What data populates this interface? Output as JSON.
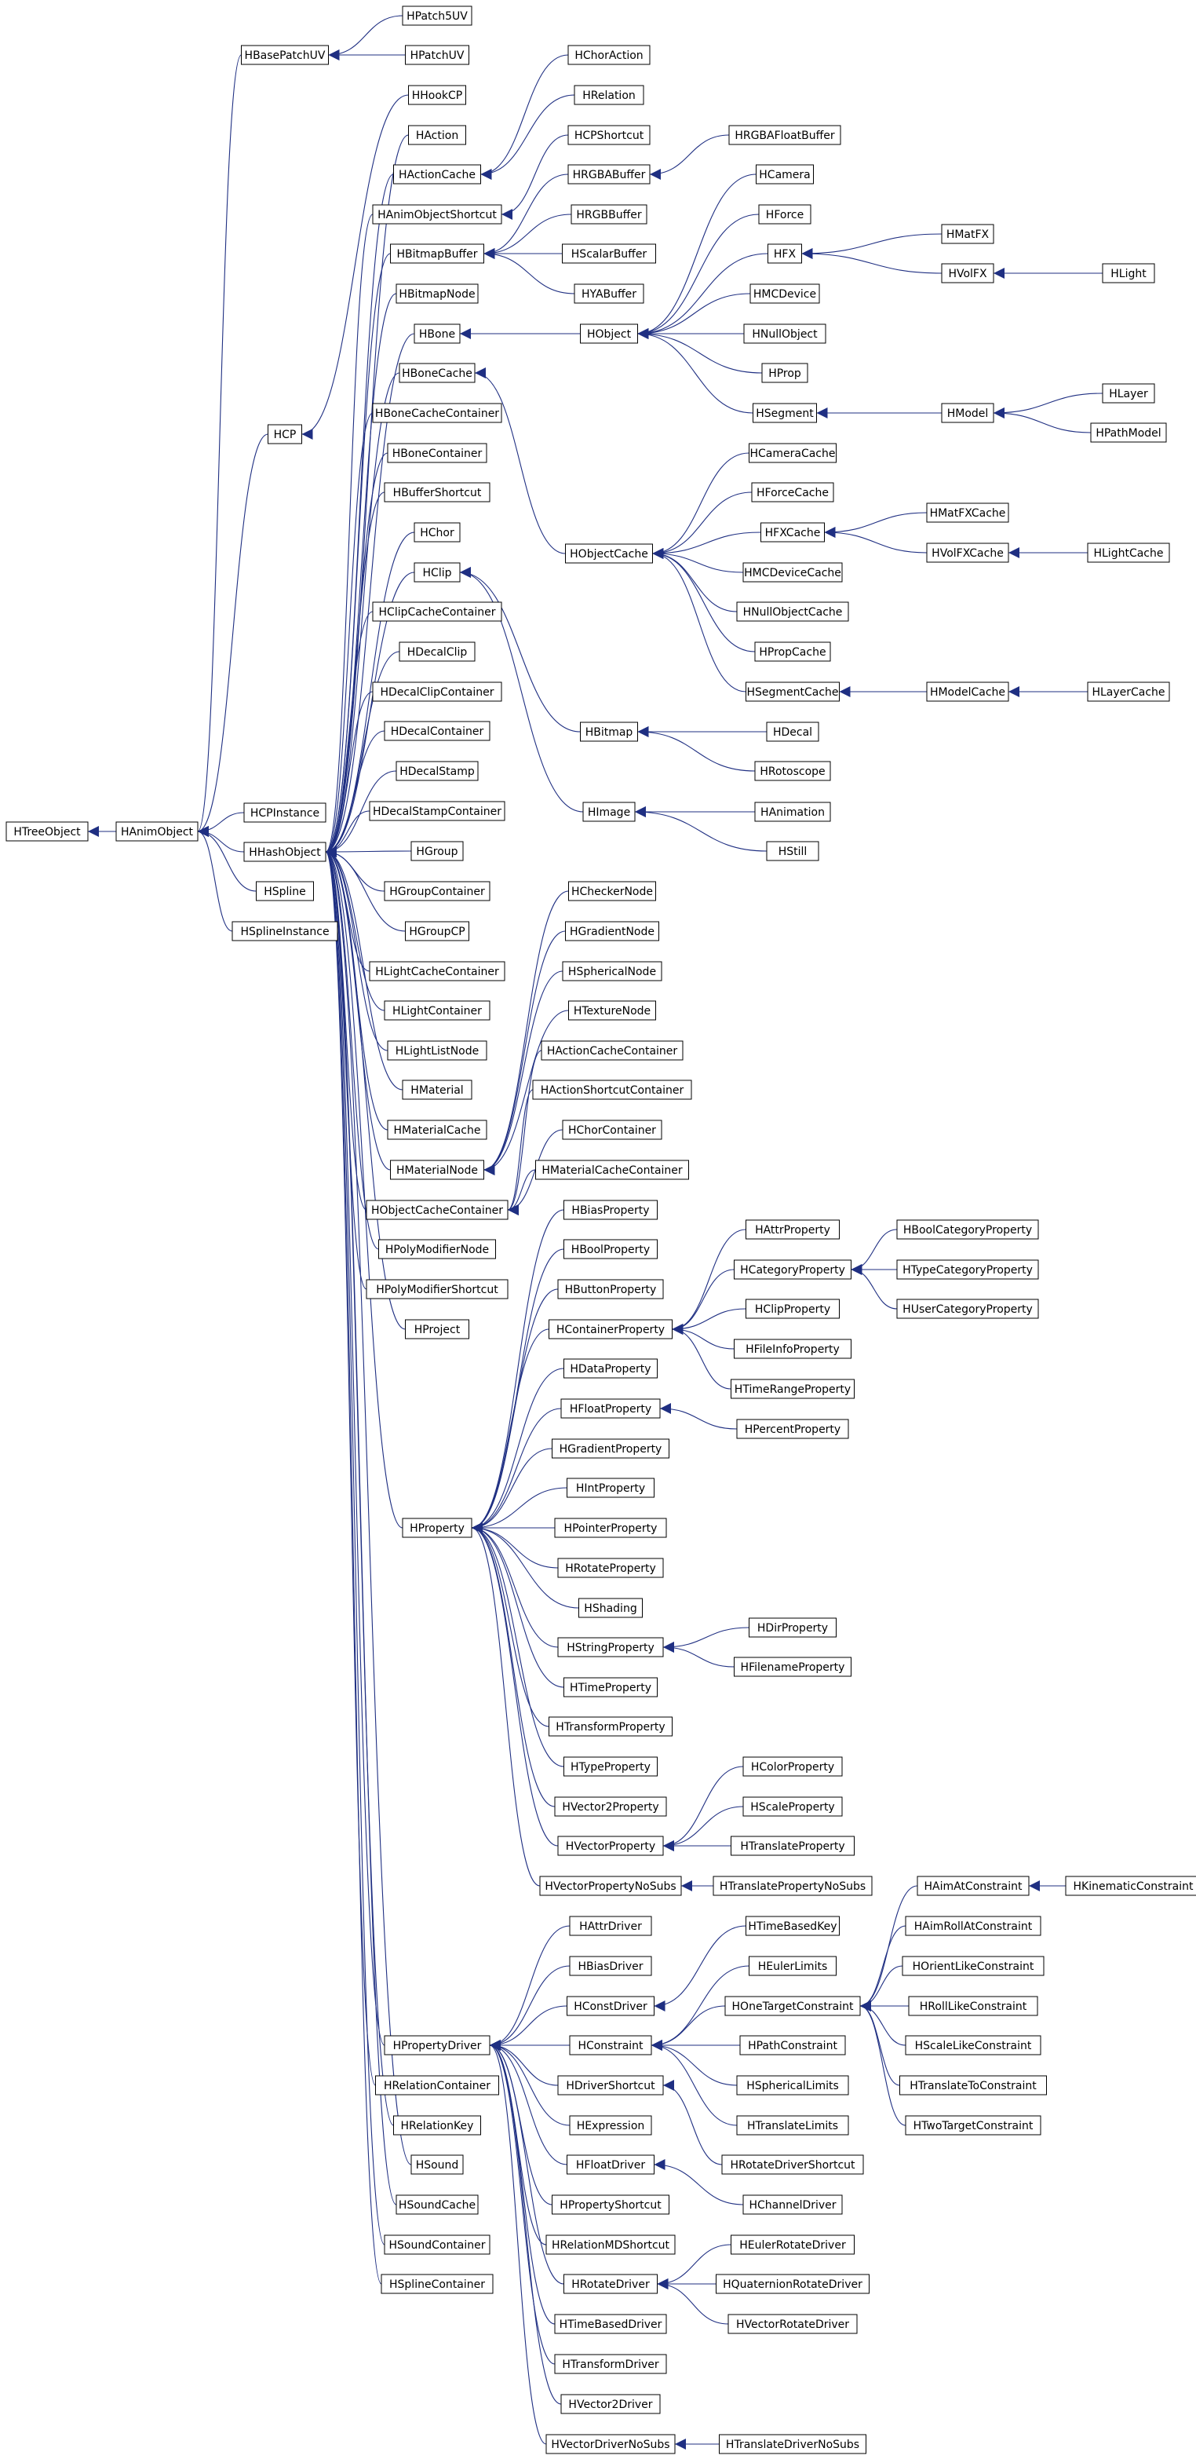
{
  "diagram": {
    "type": "class-inheritance-graph",
    "colors": {
      "edge": "#1f2f82",
      "node_border": "#000000",
      "node_fill": "#ffffff",
      "text": "#000000"
    },
    "nodes": [
      "HTreeObject",
      "HAnimObject",
      "HBasePatchUV",
      "HPatch5UV",
      "HPatchUV",
      "HCP",
      "HHookCP",
      "HAction",
      "HActionCache",
      "HAnimObjectShortcut",
      "HBitmapBuffer",
      "HBitmapNode",
      "HBone",
      "HBoneCache",
      "HBoneCacheContainer",
      "HBoneContainer",
      "HBufferShortcut",
      "HChor",
      "HClip",
      "HClipCacheContainer",
      "HDecalClip",
      "HDecalClipContainer",
      "HDecalContainer",
      "HDecalStamp",
      "HDecalStampContainer",
      "HCPInstance",
      "HHashObject",
      "HSpline",
      "HSplineInstance",
      "HGroup",
      "HGroupContainer",
      "HGroupCP",
      "HLightCacheContainer",
      "HLightContainer",
      "HLightListNode",
      "HMaterial",
      "HMaterialCache",
      "HMaterialNode",
      "HObjectCacheContainer",
      "HPolyModifierNode",
      "HPolyModifierShortcut",
      "HProject",
      "HProperty",
      "HPropertyDriver",
      "HRelationContainer",
      "HRelationKey",
      "HSound",
      "HSoundCache",
      "HSoundContainer",
      "HSplineContainer",
      "HChorAction",
      "HRelation",
      "HCPShortcut",
      "HRGBABuffer",
      "HRGBBuffer",
      "HScalarBuffer",
      "HYABuffer",
      "HRGBAFloatBuffer",
      "HObject",
      "HCamera",
      "HForce",
      "HFX",
      "HMCDevice",
      "HNullObject",
      "HProp",
      "HSegment",
      "HMatFX",
      "HVolFX",
      "HLight",
      "HModel",
      "HLayer",
      "HPathModel",
      "HObjectCache",
      "HCameraCache",
      "HForceCache",
      "HFXCache",
      "HMCDeviceCache",
      "HNullObjectCache",
      "HPropCache",
      "HSegmentCache",
      "HMatFXCache",
      "HVolFXCache",
      "HLightCache",
      "HModelCache",
      "HLayerCache",
      "HBitmap",
      "HImage",
      "HDecal",
      "HRotoscope",
      "HAnimation",
      "HStill",
      "HCheckerNode",
      "HGradientNode",
      "HSphericalNode",
      "HTextureNode",
      "HActionCacheContainer",
      "HActionShortcutContainer",
      "HChorContainer",
      "HMaterialCacheContainer",
      "HBiasProperty",
      "HBoolProperty",
      "HButtonProperty",
      "HContainerProperty",
      "HDataProperty",
      "HFloatProperty",
      "HGradientProperty",
      "HIntProperty",
      "HPointerProperty",
      "HRotateProperty",
      "HShading",
      "HStringProperty",
      "HTimeProperty",
      "HTransformProperty",
      "HTypeProperty",
      "HVector2Property",
      "HVectorProperty",
      "HVectorPropertyNoSubs",
      "HAttrProperty",
      "HCategoryProperty",
      "HClipProperty",
      "HFileInfoProperty",
      "HTimeRangeProperty",
      "HBoolCategoryProperty",
      "HTypeCategoryProperty",
      "HUserCategoryProperty",
      "HPercentProperty",
      "HDirProperty",
      "HFilenameProperty",
      "HColorProperty",
      "HScaleProperty",
      "HTranslateProperty",
      "HTranslatePropertyNoSubs",
      "HAttrDriver",
      "HBiasDriver",
      "HConstDriver",
      "HConstraint",
      "HDriverShortcut",
      "HExpression",
      "HFloatDriver",
      "HPropertyShortcut",
      "HRelationMDShortcut",
      "HRotateDriver",
      "HTimeBasedDriver",
      "HTransformDriver",
      "HVector2Driver",
      "HVectorDriverNoSubs",
      "HTimeBasedKey",
      "HEulerLimits",
      "HOneTargetConstraint",
      "HPathConstraint",
      "HSphericalLimits",
      "HTranslateLimits",
      "HRotateDriverShortcut",
      "HChannelDriver",
      "HEulerRotateDriver",
      "HQuaternionRotateDriver",
      "HVectorRotateDriver",
      "HTranslateDriverNoSubs",
      "HAimAtConstraint",
      "HAimRollAtConstraint",
      "HOrientLikeConstraint",
      "HRollLikeConstraint",
      "HScaleLikeConstraint",
      "HTranslateToConstraint",
      "HTwoTargetConstraint",
      "HKinematicConstraint"
    ],
    "edges": [
      [
        "HAnimObject",
        "HTreeObject"
      ],
      [
        "HBasePatchUV",
        "HAnimObject"
      ],
      [
        "HCP",
        "HAnimObject"
      ],
      [
        "HCPInstance",
        "HAnimObject"
      ],
      [
        "HHashObject",
        "HAnimObject"
      ],
      [
        "HSpline",
        "HAnimObject"
      ],
      [
        "HSplineInstance",
        "HAnimObject"
      ],
      [
        "HPatch5UV",
        "HBasePatchUV"
      ],
      [
        "HPatchUV",
        "HBasePatchUV"
      ],
      [
        "HHookCP",
        "HCP"
      ],
      [
        "HAction",
        "HHashObject"
      ],
      [
        "HActionCache",
        "HHashObject"
      ],
      [
        "HAnimObjectShortcut",
        "HHashObject"
      ],
      [
        "HBitmapBuffer",
        "HHashObject"
      ],
      [
        "HBitmapNode",
        "HHashObject"
      ],
      [
        "HBone",
        "HHashObject"
      ],
      [
        "HBoneCache",
        "HHashObject"
      ],
      [
        "HBoneCacheContainer",
        "HHashObject"
      ],
      [
        "HBoneContainer",
        "HHashObject"
      ],
      [
        "HBufferShortcut",
        "HHashObject"
      ],
      [
        "HChor",
        "HHashObject"
      ],
      [
        "HClip",
        "HHashObject"
      ],
      [
        "HClipCacheContainer",
        "HHashObject"
      ],
      [
        "HDecalClip",
        "HHashObject"
      ],
      [
        "HDecalClipContainer",
        "HHashObject"
      ],
      [
        "HDecalContainer",
        "HHashObject"
      ],
      [
        "HDecalStamp",
        "HHashObject"
      ],
      [
        "HDecalStampContainer",
        "HHashObject"
      ],
      [
        "HGroup",
        "HHashObject"
      ],
      [
        "HGroupContainer",
        "HHashObject"
      ],
      [
        "HGroupCP",
        "HHashObject"
      ],
      [
        "HLightCacheContainer",
        "HHashObject"
      ],
      [
        "HLightContainer",
        "HHashObject"
      ],
      [
        "HLightListNode",
        "HHashObject"
      ],
      [
        "HMaterial",
        "HHashObject"
      ],
      [
        "HMaterialCache",
        "HHashObject"
      ],
      [
        "HMaterialNode",
        "HHashObject"
      ],
      [
        "HObjectCacheContainer",
        "HHashObject"
      ],
      [
        "HPolyModifierNode",
        "HHashObject"
      ],
      [
        "HPolyModifierShortcut",
        "HHashObject"
      ],
      [
        "HProject",
        "HHashObject"
      ],
      [
        "HProperty",
        "HHashObject"
      ],
      [
        "HPropertyDriver",
        "HHashObject"
      ],
      [
        "HRelationContainer",
        "HHashObject"
      ],
      [
        "HRelationKey",
        "HHashObject"
      ],
      [
        "HSound",
        "HHashObject"
      ],
      [
        "HSoundCache",
        "HHashObject"
      ],
      [
        "HSoundContainer",
        "HHashObject"
      ],
      [
        "HSplineContainer",
        "HHashObject"
      ],
      [
        "HChorAction",
        "HActionCache"
      ],
      [
        "HRelation",
        "HActionCache"
      ],
      [
        "HCPShortcut",
        "HAnimObjectShortcut"
      ],
      [
        "HRGBABuffer",
        "HBitmapBuffer"
      ],
      [
        "HRGBBuffer",
        "HBitmapBuffer"
      ],
      [
        "HScalarBuffer",
        "HBitmapBuffer"
      ],
      [
        "HYABuffer",
        "HBitmapBuffer"
      ],
      [
        "HRGBAFloatBuffer",
        "HRGBABuffer"
      ],
      [
        "HObject",
        "HBone"
      ],
      [
        "HCamera",
        "HObject"
      ],
      [
        "HForce",
        "HObject"
      ],
      [
        "HFX",
        "HObject"
      ],
      [
        "HMCDevice",
        "HObject"
      ],
      [
        "HNullObject",
        "HObject"
      ],
      [
        "HProp",
        "HObject"
      ],
      [
        "HSegment",
        "HObject"
      ],
      [
        "HMatFX",
        "HFX"
      ],
      [
        "HVolFX",
        "HFX"
      ],
      [
        "HLight",
        "HVolFX"
      ],
      [
        "HModel",
        "HSegment"
      ],
      [
        "HLayer",
        "HModel"
      ],
      [
        "HPathModel",
        "HModel"
      ],
      [
        "HObjectCache",
        "HBoneCache"
      ],
      [
        "HCameraCache",
        "HObjectCache"
      ],
      [
        "HForceCache",
        "HObjectCache"
      ],
      [
        "HFXCache",
        "HObjectCache"
      ],
      [
        "HMCDeviceCache",
        "HObjectCache"
      ],
      [
        "HNullObjectCache",
        "HObjectCache"
      ],
      [
        "HPropCache",
        "HObjectCache"
      ],
      [
        "HSegmentCache",
        "HObjectCache"
      ],
      [
        "HMatFXCache",
        "HFXCache"
      ],
      [
        "HVolFXCache",
        "HFXCache"
      ],
      [
        "HLightCache",
        "HVolFXCache"
      ],
      [
        "HModelCache",
        "HSegmentCache"
      ],
      [
        "HLayerCache",
        "HModelCache"
      ],
      [
        "HBitmap",
        "HClip"
      ],
      [
        "HImage",
        "HClip"
      ],
      [
        "HDecal",
        "HBitmap"
      ],
      [
        "HRotoscope",
        "HBitmap"
      ],
      [
        "HAnimation",
        "HImage"
      ],
      [
        "HStill",
        "HImage"
      ],
      [
        "HCheckerNode",
        "HMaterialNode"
      ],
      [
        "HGradientNode",
        "HMaterialNode"
      ],
      [
        "HSphericalNode",
        "HMaterialNode"
      ],
      [
        "HTextureNode",
        "HMaterialNode"
      ],
      [
        "HActionCacheContainer",
        "HObjectCacheContainer"
      ],
      [
        "HActionShortcutContainer",
        "HObjectCacheContainer"
      ],
      [
        "HChorContainer",
        "HObjectCacheContainer"
      ],
      [
        "HMaterialCacheContainer",
        "HObjectCacheContainer"
      ],
      [
        "HBiasProperty",
        "HProperty"
      ],
      [
        "HBoolProperty",
        "HProperty"
      ],
      [
        "HButtonProperty",
        "HProperty"
      ],
      [
        "HContainerProperty",
        "HProperty"
      ],
      [
        "HDataProperty",
        "HProperty"
      ],
      [
        "HFloatProperty",
        "HProperty"
      ],
      [
        "HGradientProperty",
        "HProperty"
      ],
      [
        "HIntProperty",
        "HProperty"
      ],
      [
        "HPointerProperty",
        "HProperty"
      ],
      [
        "HRotateProperty",
        "HProperty"
      ],
      [
        "HShading",
        "HProperty"
      ],
      [
        "HStringProperty",
        "HProperty"
      ],
      [
        "HTimeProperty",
        "HProperty"
      ],
      [
        "HTransformProperty",
        "HProperty"
      ],
      [
        "HTypeProperty",
        "HProperty"
      ],
      [
        "HVector2Property",
        "HProperty"
      ],
      [
        "HVectorProperty",
        "HProperty"
      ],
      [
        "HVectorPropertyNoSubs",
        "HProperty"
      ],
      [
        "HAttrProperty",
        "HContainerProperty"
      ],
      [
        "HCategoryProperty",
        "HContainerProperty"
      ],
      [
        "HClipProperty",
        "HContainerProperty"
      ],
      [
        "HFileInfoProperty",
        "HContainerProperty"
      ],
      [
        "HTimeRangeProperty",
        "HContainerProperty"
      ],
      [
        "HBoolCategoryProperty",
        "HCategoryProperty"
      ],
      [
        "HTypeCategoryProperty",
        "HCategoryProperty"
      ],
      [
        "HUserCategoryProperty",
        "HCategoryProperty"
      ],
      [
        "HPercentProperty",
        "HFloatProperty"
      ],
      [
        "HDirProperty",
        "HStringProperty"
      ],
      [
        "HFilenameProperty",
        "HStringProperty"
      ],
      [
        "HColorProperty",
        "HVectorProperty"
      ],
      [
        "HScaleProperty",
        "HVectorProperty"
      ],
      [
        "HTranslateProperty",
        "HVectorProperty"
      ],
      [
        "HTranslatePropertyNoSubs",
        "HVectorPropertyNoSubs"
      ],
      [
        "HAttrDriver",
        "HPropertyDriver"
      ],
      [
        "HBiasDriver",
        "HPropertyDriver"
      ],
      [
        "HConstDriver",
        "HPropertyDriver"
      ],
      [
        "HConstraint",
        "HPropertyDriver"
      ],
      [
        "HDriverShortcut",
        "HPropertyDriver"
      ],
      [
        "HExpression",
        "HPropertyDriver"
      ],
      [
        "HFloatDriver",
        "HPropertyDriver"
      ],
      [
        "HPropertyShortcut",
        "HPropertyDriver"
      ],
      [
        "HRelationMDShortcut",
        "HPropertyDriver"
      ],
      [
        "HRotateDriver",
        "HPropertyDriver"
      ],
      [
        "HTimeBasedDriver",
        "HPropertyDriver"
      ],
      [
        "HTransformDriver",
        "HPropertyDriver"
      ],
      [
        "HVector2Driver",
        "HPropertyDriver"
      ],
      [
        "HVectorDriverNoSubs",
        "HPropertyDriver"
      ],
      [
        "HTimeBasedKey",
        "HConstDriver"
      ],
      [
        "HEulerLimits",
        "HConstraint"
      ],
      [
        "HOneTargetConstraint",
        "HConstraint"
      ],
      [
        "HPathConstraint",
        "HConstraint"
      ],
      [
        "HSphericalLimits",
        "HConstraint"
      ],
      [
        "HTranslateLimits",
        "HConstraint"
      ],
      [
        "HRotateDriverShortcut",
        "HDriverShortcut"
      ],
      [
        "HChannelDriver",
        "HFloatDriver"
      ],
      [
        "HEulerRotateDriver",
        "HRotateDriver"
      ],
      [
        "HQuaternionRotateDriver",
        "HRotateDriver"
      ],
      [
        "HVectorRotateDriver",
        "HRotateDriver"
      ],
      [
        "HTranslateDriverNoSubs",
        "HVectorDriverNoSubs"
      ],
      [
        "HAimAtConstraint",
        "HOneTargetConstraint"
      ],
      [
        "HAimRollAtConstraint",
        "HOneTargetConstraint"
      ],
      [
        "HOrientLikeConstraint",
        "HOneTargetConstraint"
      ],
      [
        "HRollLikeConstraint",
        "HOneTargetConstraint"
      ],
      [
        "HScaleLikeConstraint",
        "HOneTargetConstraint"
      ],
      [
        "HTranslateToConstraint",
        "HOneTargetConstraint"
      ],
      [
        "HTwoTargetConstraint",
        "HOneTargetConstraint"
      ],
      [
        "HKinematicConstraint",
        "HAimAtConstraint"
      ]
    ]
  }
}
